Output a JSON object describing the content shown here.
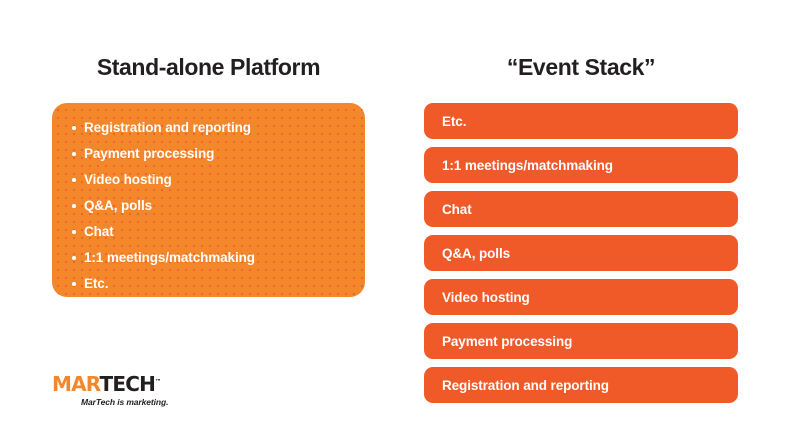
{
  "slide": {
    "background_color": "#ffffff",
    "left_column": {
      "heading": "Stand-alone Platform",
      "card": {
        "fill_color": "#f5872b",
        "dot_color": "#e8502a",
        "items": [
          "Registration and reporting",
          "Payment processing",
          "Video hosting",
          "Q&A, polls",
          "Chat",
          "1:1 meetings/matchmaking",
          "Etc."
        ]
      }
    },
    "right_column": {
      "heading": "“Event Stack”",
      "stack": {
        "bar_color": "#f05a28",
        "text_color": "#ffffff",
        "bars": [
          "Etc.",
          "1:1 meetings/matchmaking",
          "Chat",
          "Q&A, polls",
          "Video hosting",
          "Payment processing",
          "Registration and reporting"
        ]
      }
    },
    "logo": {
      "word_first": "MAR",
      "word_second": "TECH",
      "trademark": "™",
      "tagline": "MarTech is marketing.",
      "accent_color": "#f5872b",
      "dark_color": "#231f20"
    }
  }
}
